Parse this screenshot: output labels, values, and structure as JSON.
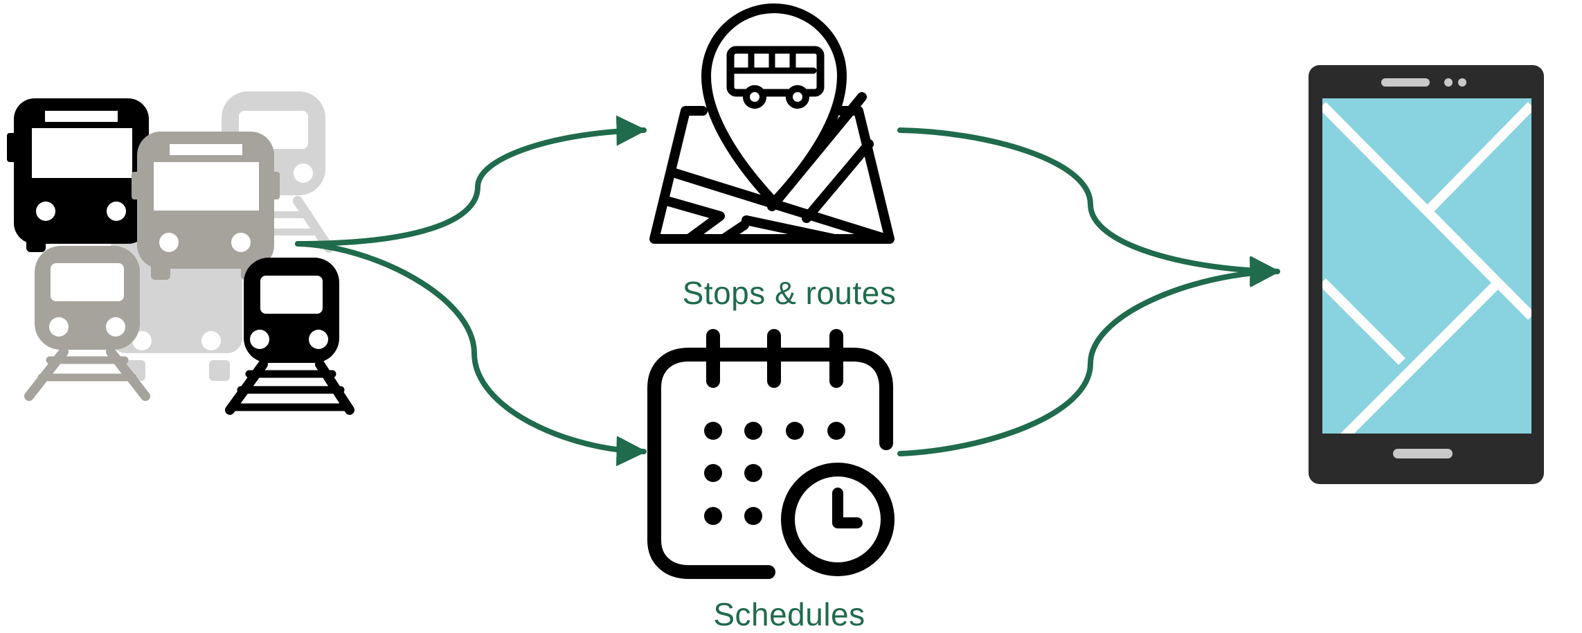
{
  "diagram": {
    "nodes": [
      {
        "id": "transit-agencies",
        "icon": "transit-vehicles-icon"
      },
      {
        "id": "stops-routes",
        "icon": "map-pin-bus-icon",
        "label": "Stops & routes"
      },
      {
        "id": "schedules",
        "icon": "calendar-clock-icon",
        "label": "Schedules"
      },
      {
        "id": "mobile-app",
        "icon": "smartphone-map-icon"
      }
    ],
    "edges": [
      {
        "from": "transit-agencies",
        "to": "stops-routes"
      },
      {
        "from": "transit-agencies",
        "to": "schedules"
      },
      {
        "from": "stops-routes",
        "to": "mobile-app"
      },
      {
        "from": "schedules",
        "to": "mobile-app"
      }
    ]
  },
  "colors": {
    "arrow": "#1f6b4b",
    "label": "#1f6b4b",
    "icon": "#000000",
    "vehicle_gray": "#a5a39b",
    "vehicle_light": "#d4d4d4",
    "phone_body": "#2b2b2b",
    "phone_screen": "#88d3df"
  }
}
